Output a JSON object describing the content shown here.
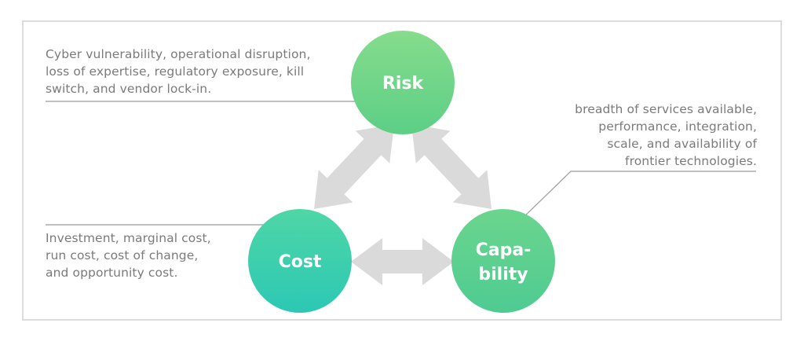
{
  "nodes": {
    "risk": {
      "label": "Risk"
    },
    "cost": {
      "label": "Cost"
    },
    "capability": {
      "label_line1": "Capa-",
      "label_line2": "bility"
    }
  },
  "descriptions": {
    "risk": [
      "Cyber vulnerability, operational disruption,",
      "loss of expertise, regulatory exposure, kill",
      "switch, and vendor lock-in."
    ],
    "cost": [
      "Investment, marginal cost,",
      "run cost, cost of change,",
      "and opportunity cost."
    ],
    "capability": [
      "breadth of services available,",
      "performance, integration,",
      "scale, and availability of",
      "frontier technologies."
    ]
  },
  "colors": {
    "risk_top": "#86dc8c",
    "risk_bottom": "#5ccf86",
    "cost_top": "#4fd6a6",
    "cost_bottom": "#2cc8b4",
    "capability_top": "#6bd58e",
    "capability_bottom": "#4fcb92",
    "arrow": "#dadada",
    "leader_line": "#9a9a9a",
    "text": "#7a7a7a",
    "frame": "#dcdcdc"
  }
}
